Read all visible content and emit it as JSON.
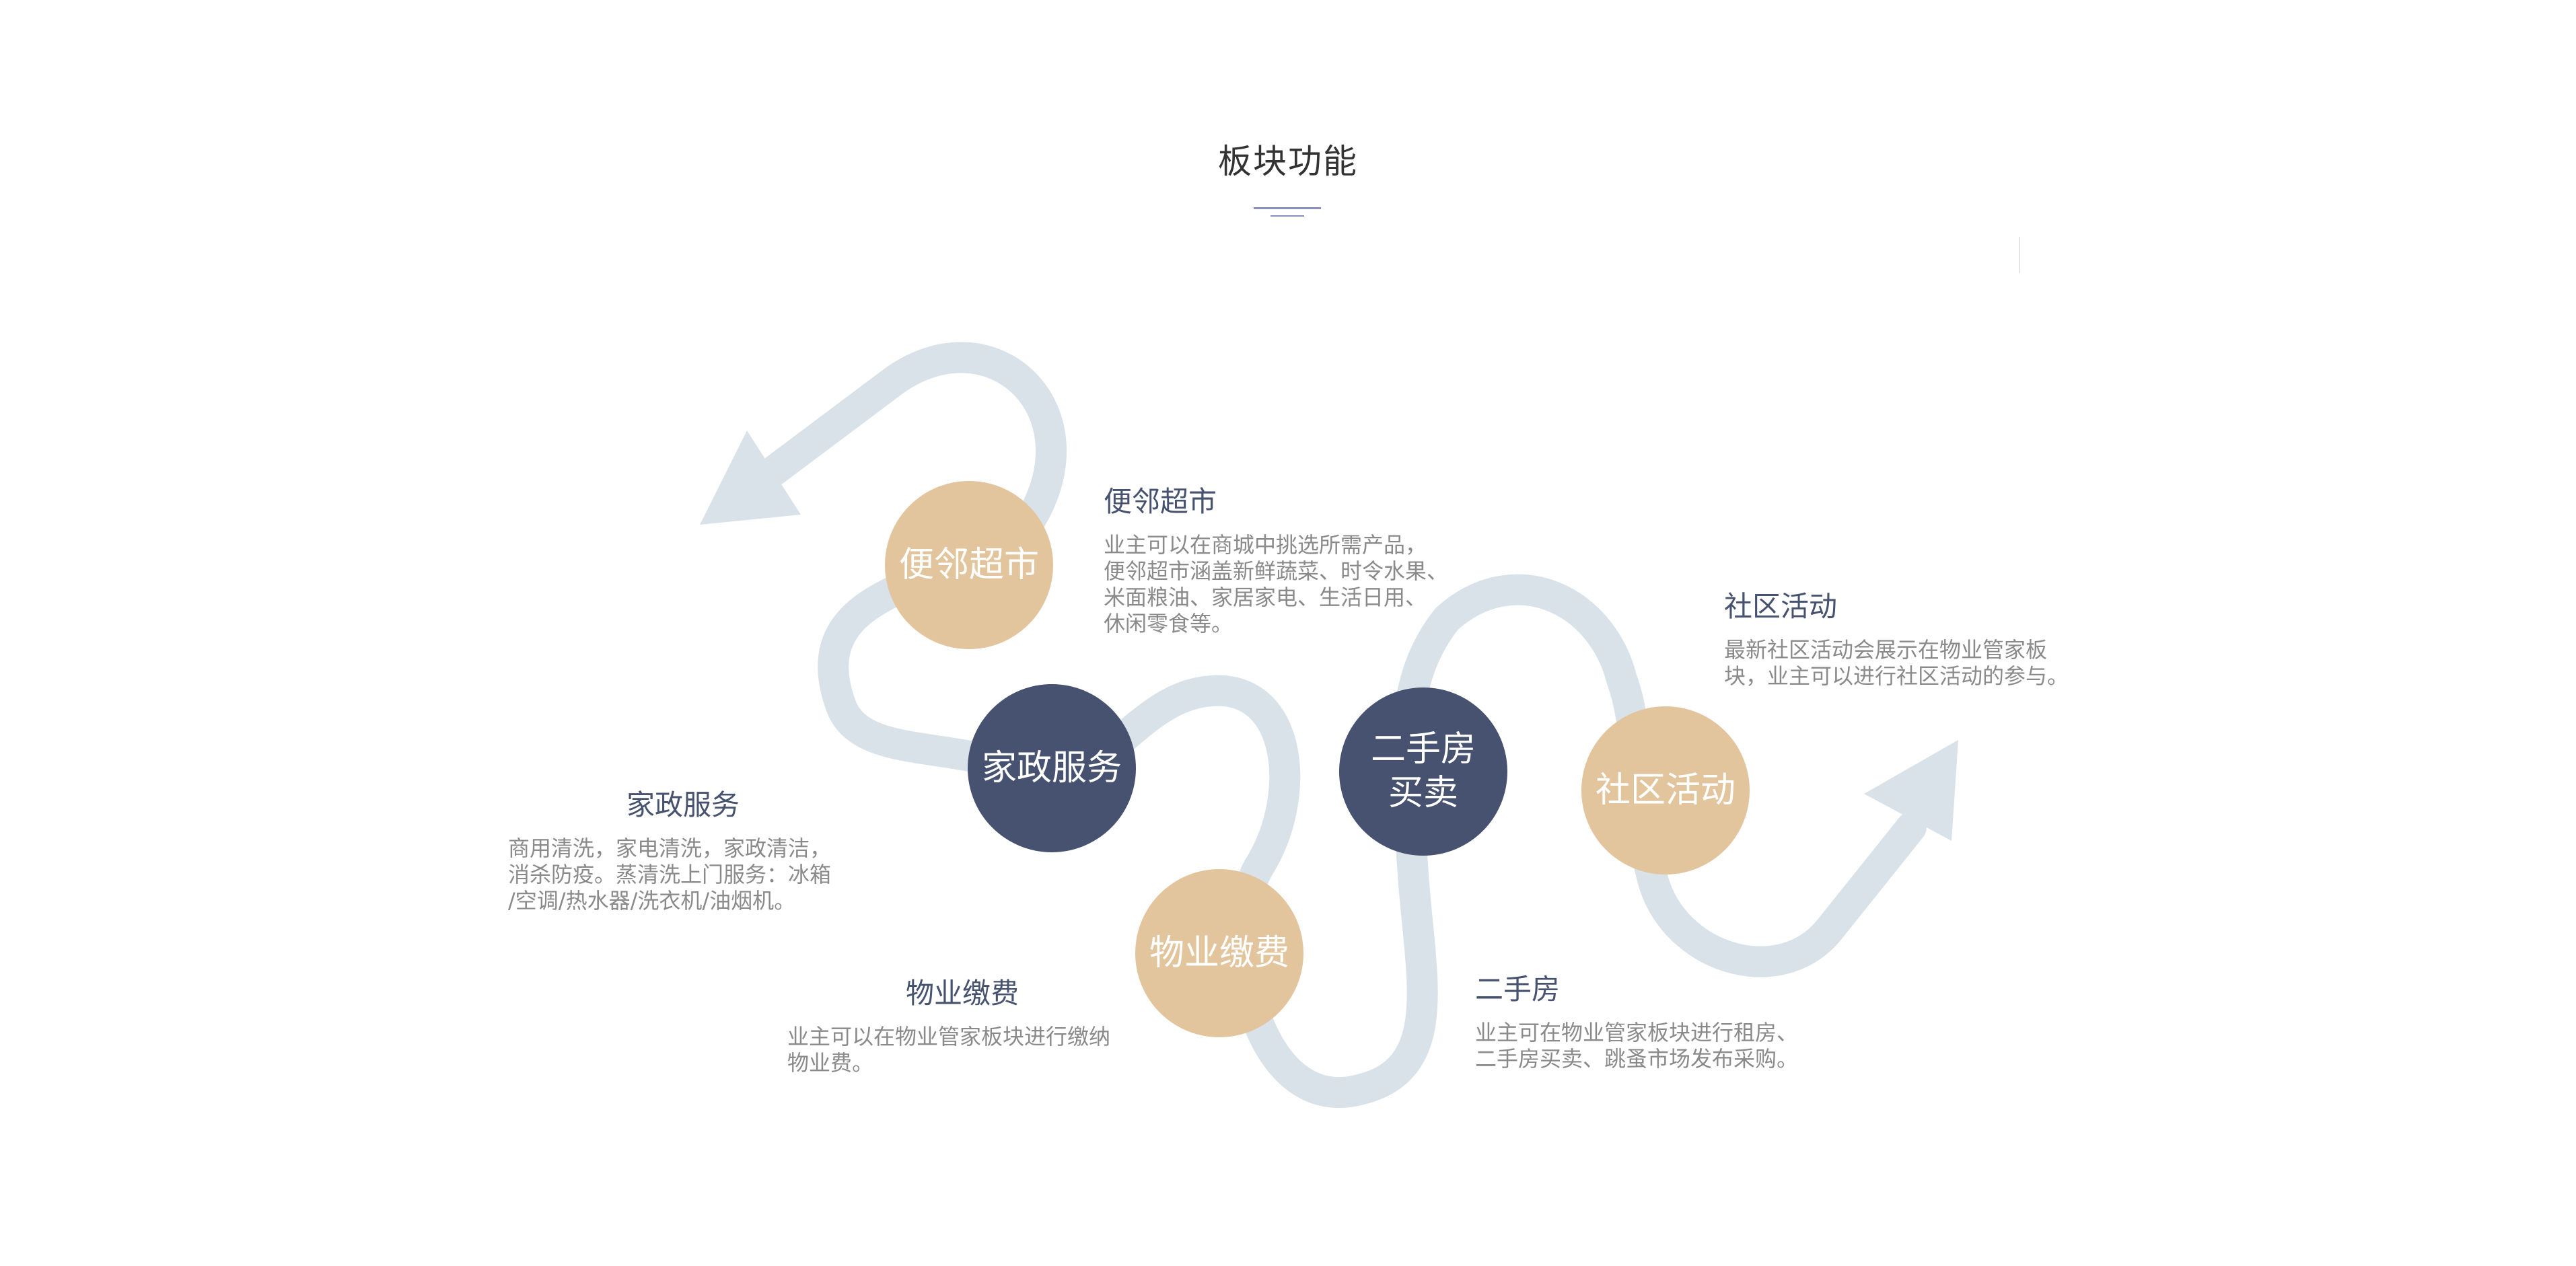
{
  "title": "板块功能",
  "colors": {
    "accent_tan": "#e2c59c",
    "accent_navy": "#46526f",
    "path": "#d9e2e9",
    "heading": "#46526f",
    "body_text": "#8a8a8a"
  },
  "nodes": {
    "supermarket": "便邻超市",
    "housekeeping": "家政服务",
    "property_fee": "物业缴费",
    "second_hand": "二手房\n买卖",
    "community": "社区活动"
  },
  "blocks": {
    "supermarket": {
      "heading": "便邻超市",
      "text": "业主可以在商城中挑选所需产品，\n便邻超市涵盖新鲜蔬菜、时令水果、\n米面粮油、家居家电、生活日用、\n休闲零食等。"
    },
    "housekeeping": {
      "heading": "家政服务",
      "text": "商用清洗，家电清洗，家政清洁，\n消杀防疫。蒸清洗上门服务：冰箱\n/空调/热水器/洗衣机/油烟机。"
    },
    "property_fee": {
      "heading": "物业缴费",
      "text": "业主可以在物业管家板块进行缴纳\n物业费。"
    },
    "second_hand": {
      "heading": "二手房",
      "text": "业主可在物业管家板块进行租房、\n二手房买卖、跳蚤市场发布采购。"
    },
    "community": {
      "heading": "社区活动",
      "text": "最新社区活动会展示在物业管家板\n块，业主可以进行社区活动的参与。"
    }
  }
}
